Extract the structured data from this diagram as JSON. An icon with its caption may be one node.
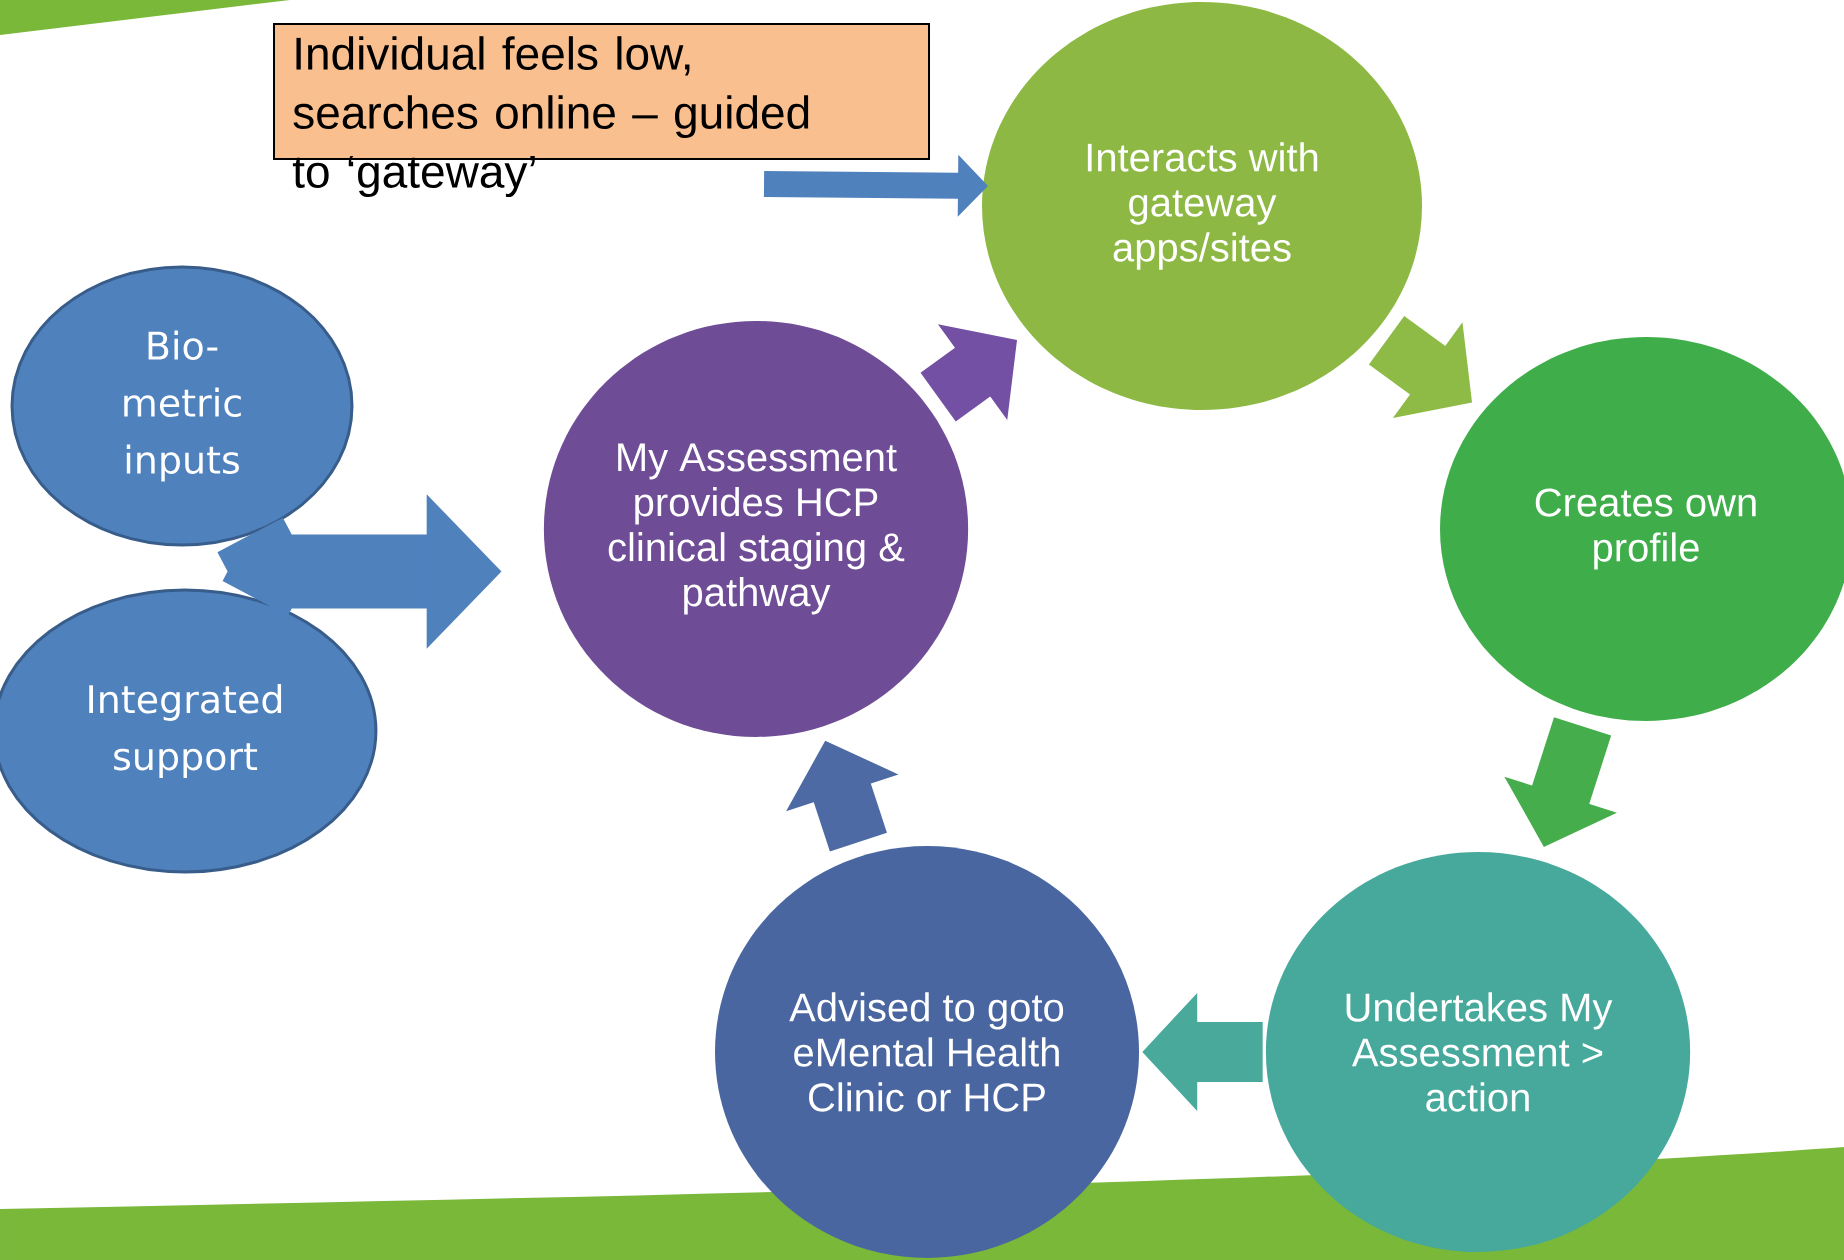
{
  "diagram": {
    "nodes": [
      {
        "text": [
          "Individual feels low, searches online – guided to ‘gateway’"
        ]
      },
      {
        "text": [
          "Interacts with gateway apps/sites"
        ]
      },
      {
        "text": [
          "Creates own profile"
        ]
      },
      {
        "text": [
          "Undertakes My Assessment > action"
        ]
      },
      {
        "text": [
          "Advised to goto eMental Health Clinic or HCP"
        ]
      },
      {
        "text": [
          "My Assessment provides HCP clinical staging & pathway"
        ]
      },
      {
        "text": [
          "Bio-metric inputs"
        ]
      },
      {
        "text": [
          "Integrated support"
        ]
      }
    ],
    "edges": [
      {
        "from": 0,
        "to": 1,
        "arrow": "to",
        "color": "#4f81bd"
      },
      {
        "from": 1,
        "to": 2,
        "arrow": "to",
        "color": "#8dbb45"
      },
      {
        "from": 2,
        "to": 3,
        "arrow": "to",
        "color": "#45ad4b"
      },
      {
        "from": 3,
        "to": 4,
        "arrow": "to",
        "color": "#49aa9c"
      },
      {
        "from": 4,
        "to": 5,
        "arrow": "to",
        "color": "#4d6aa5"
      },
      {
        "from": 5,
        "to": 1,
        "arrow": "to",
        "color": "#7350a3"
      },
      {
        "from": 6,
        "to": 5,
        "arrow": "to",
        "color": "#4f81bd"
      },
      {
        "from": 7,
        "to": 5,
        "arrow": "to",
        "color": "#4f81bd"
      }
    ]
  }
}
